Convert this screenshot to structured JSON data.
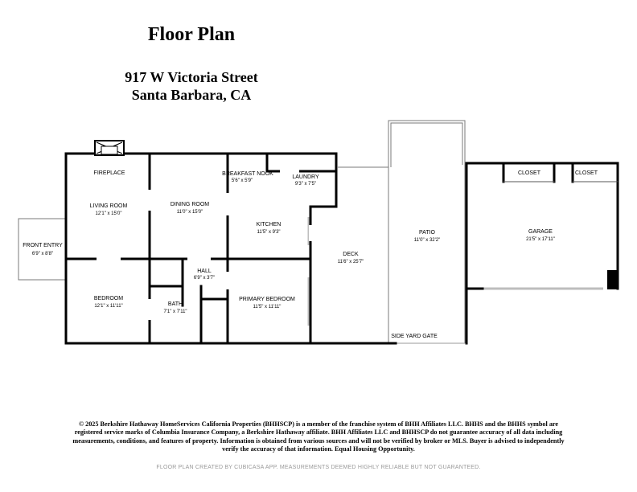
{
  "header": {
    "title": "Floor Plan",
    "address_line1": "917 W Victoria Street",
    "address_line2": "Santa Barbara, CA"
  },
  "rooms": {
    "front_entry": {
      "name": "FRONT ENTRY",
      "dims": "6'9\" x 8'8\""
    },
    "fireplace": {
      "name": "FIREPLACE"
    },
    "living_room": {
      "name": "LIVING ROOM",
      "dims": "12'1\" x 15'0\""
    },
    "dining_room": {
      "name": "DINING ROOM",
      "dims": "11'0\" x 15'0\""
    },
    "breakfast_nook": {
      "name": "BREAKFAST NOOK",
      "dims": "5'6\" x 5'9\""
    },
    "laundry": {
      "name": "LAUNDRY",
      "dims": "9'3\" x 7'5\""
    },
    "kitchen": {
      "name": "KITCHEN",
      "dims": "11'5\" x 9'3\""
    },
    "hall": {
      "name": "HALL",
      "dims": "6'9\" x 3'7\""
    },
    "bedroom": {
      "name": "BEDROOM",
      "dims": "12'1\" x 11'11\""
    },
    "bath": {
      "name": "BATH",
      "dims": "7'1\" x 7'11\""
    },
    "primary_bedroom": {
      "name": "PRIMARY BEDROOM",
      "dims": "11'5\" x 11'11\""
    },
    "deck": {
      "name": "DECK",
      "dims": "11'6\" x 25'7\""
    },
    "patio": {
      "name": "PATIO",
      "dims": "11'0\" x 32'2\""
    },
    "side_yard_gate": {
      "name": "SIDE YARD GATE"
    },
    "garage": {
      "name": "GARAGE",
      "dims": "21'5\" x 17'11\""
    },
    "closet_left": {
      "name": "CLOSET"
    },
    "closet_right": {
      "name": "CLOSET"
    }
  },
  "disclaimer": "© 2025 Berkshire Hathaway HomeServices California Properties (BHHSCP) is a member of the franchise system of BHH Affiliates LLC. BHHS and the BHHS symbol are registered service marks of Columbia Insurance Company, a Berkshire Hathaway affiliate. BHH Affiliates LLC and BHHSCP do not guarantee accuracy of all data including measurements, conditions, and features of property. Information is obtained from various sources and will not be verified by broker or MLS. Buyer is advised to independently verify the accuracy of that information. Equal Housing Opportunity.",
  "footer": "FLOOR PLAN CREATED BY CUBICASA APP. MEASUREMENTS DEEMED HIGHLY RELIABLE BUT NOT GUARANTEED."
}
